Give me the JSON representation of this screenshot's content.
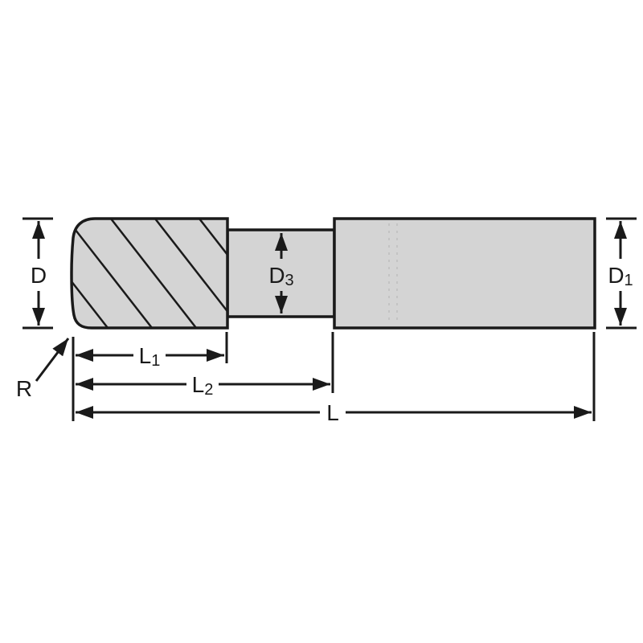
{
  "diagram": {
    "colors": {
      "background": "#ffffff",
      "body_fill": "#d4d4d4",
      "line": "#1a1a1a"
    },
    "labels": {
      "d": {
        "main": "D",
        "sub": ""
      },
      "d3": {
        "main": "D",
        "sub": "3"
      },
      "d1": {
        "main": "D",
        "sub": "1"
      },
      "l1": {
        "main": "L",
        "sub": "1"
      },
      "l2": {
        "main": "L",
        "sub": "2"
      },
      "l": {
        "main": "L",
        "sub": ""
      },
      "r": {
        "main": "R",
        "sub": ""
      }
    }
  }
}
